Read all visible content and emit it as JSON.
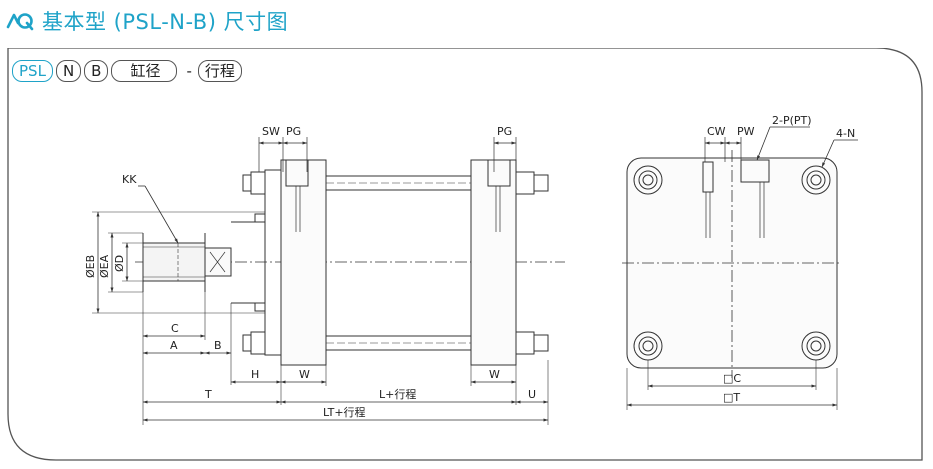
{
  "title": "基本型 (PSL-N-B) 尺寸图",
  "brand_color": "#1fa3c8",
  "model_code": {
    "parts": [
      "PSL",
      "N",
      "B",
      "缸径"
    ],
    "separator": "-",
    "stroke": "行程"
  },
  "labels": {
    "sw": "SW",
    "pg_left": "PG",
    "pg_right": "PG",
    "kk": "KK",
    "eb": "ØEB",
    "ea": "ØEA",
    "d": "ØD",
    "c": "C",
    "a": "A",
    "b": "B",
    "h": "H",
    "w_left": "W",
    "w_right": "W",
    "t": "T",
    "l_stroke": "L+行程",
    "lt_stroke": "LT+行程",
    "u": "U",
    "cw": "CW",
    "pw": "PW",
    "port": "2-P(PT)",
    "hole": "4-N",
    "sq_c": "□C",
    "sq_t": "□T"
  }
}
